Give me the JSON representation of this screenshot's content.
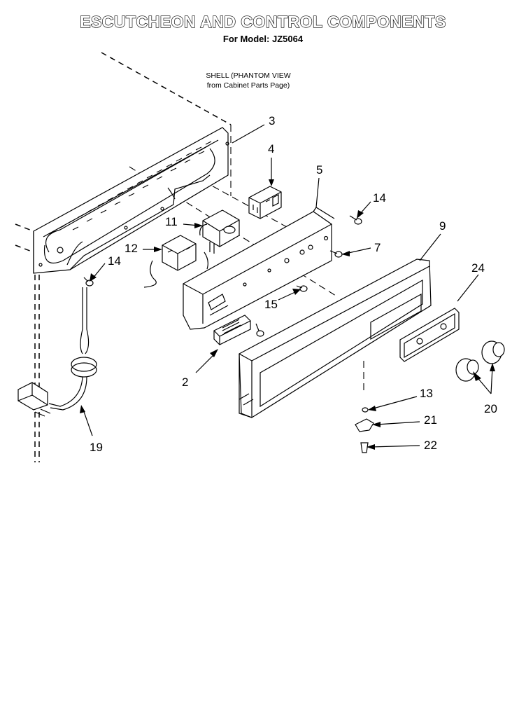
{
  "header": {
    "title": "ESCUTCHEON AND CONTROL COMPONENTS",
    "subtitle": "For Model: JZ5064"
  },
  "note": {
    "line1": "SHELL (PHANTOM VIEW",
    "line2": "from Cabinet Parts Page)"
  },
  "callouts": [
    "3",
    "4",
    "5",
    "14",
    "11",
    "9",
    "12",
    "7",
    "14",
    "24",
    "15",
    "2",
    "13",
    "20",
    "21",
    "22",
    "19"
  ]
}
